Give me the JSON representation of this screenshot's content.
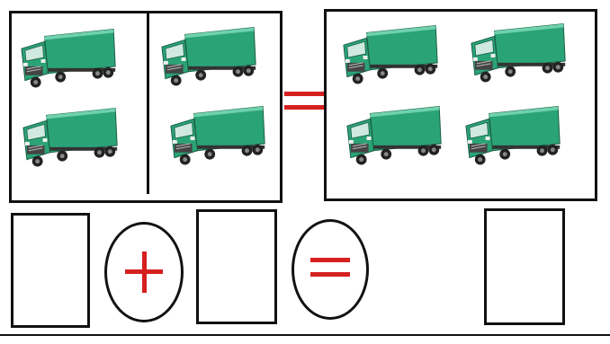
{
  "worksheet": {
    "type": "addition-picture-equation",
    "item_icon": "truck-icon",
    "left_group_a_count": 2,
    "left_group_b_count": 2,
    "right_total_count": 4,
    "operator_plus": "+",
    "operator_equals": "=",
    "answer_boxes": [
      {
        "value": ""
      },
      {
        "value": ""
      },
      {
        "value": ""
      }
    ]
  },
  "colors": {
    "truck_green": "#2aa377",
    "truck_dark": "#1b5e45",
    "operator_red": "#d62020",
    "border": "#111111"
  }
}
